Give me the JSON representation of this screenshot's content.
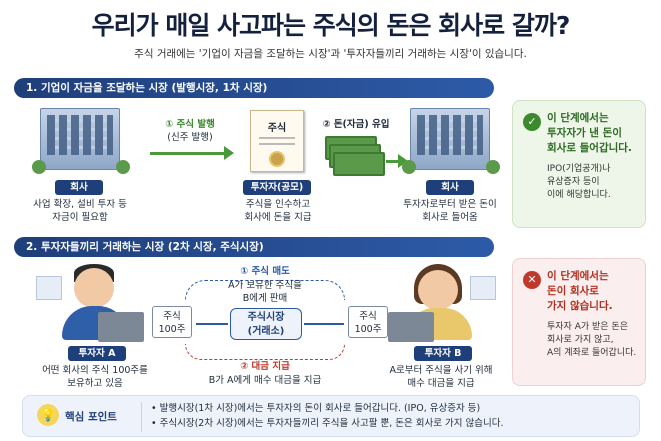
{
  "title": "우리가 매일 사고파는 주식의 돈은 회사로 갈까?",
  "subtitle": "주식 거래에는 '기업이 자금을 조달하는 시장'과 '투자자들끼리 거래하는 시장'이 있습니다.",
  "section1": {
    "header": "1. 기업이 자금을 조달하는 시장 (발행시장, 1차 시장)",
    "company_left": {
      "tag": "회사",
      "desc1": "사업 확장, 설비 투자 등",
      "desc2": "자금이 필요함"
    },
    "step1": {
      "label": "① 주식 발행",
      "sub": "(신주 발행)"
    },
    "certificate": "주식",
    "investor": {
      "tag": "투자자(공모)",
      "desc1": "주식을 인수하고",
      "desc2": "회사에 돈을 지급"
    },
    "step2": {
      "label": "② 돈(자금) 유입"
    },
    "company_right": {
      "tag": "회사",
      "desc1": "투자자로부터 받은 돈이",
      "desc2": "회사로 들어옴"
    },
    "card": {
      "head1": "이 단계에서는",
      "head2": "투자자가 낸 돈이",
      "head3": "회사로 들어갑니다.",
      "body1": "IPO(기업공개)나",
      "body2": "유상증자 등이",
      "body3": "이에 해당합니다.",
      "color": "#3d8a2e"
    }
  },
  "section2": {
    "header": "2. 투자자들끼리 거래하는 시장 (2차 시장, 주식시장)",
    "investor_a": {
      "tag": "투자자 A",
      "desc1": "어떤 회사의 주식 100주를",
      "desc2": "보유하고 있음"
    },
    "stock_a": {
      "line1": "주식",
      "line2": "100주"
    },
    "top_step": {
      "label": "① 주식 매도",
      "desc1": "A가 보유한 주식을",
      "desc2": "B에게 판매"
    },
    "market": {
      "line1": "주식시장",
      "line2": "(거래소)"
    },
    "bottom_step": {
      "label": "② 대금 지급",
      "desc": "B가 A에게 매수 대금을 지급"
    },
    "stock_b": {
      "line1": "주식",
      "line2": "100주"
    },
    "investor_b": {
      "tag": "투자자 B",
      "desc1": "A로부터 주식을 사기 위해",
      "desc2": "매수 대금을 지급"
    },
    "card": {
      "head1": "이 단계에서는",
      "head2": "돈이 회사로",
      "head3": "가지 않습니다.",
      "body1": "투자자 A가 받은 돈은",
      "body2": "회사로 가지 않고,",
      "body3": "A의 계좌로 들어갑니다.",
      "color": "#c0392b"
    }
  },
  "key": {
    "label": "핵심 포인트",
    "point1": "• 발행시장(1차 시장)에서는 투자자의 돈이 회사로 들어갑니다. (IPO, 유상증자 등)",
    "point2": "• 주식시장(2차 시장)에서는 투자자들끼리 주식을 사고팔 뿐, 돈은 회사로 가지 않습니다."
  },
  "colors": {
    "navy": "#1f3f7a",
    "green": "#4a9a3a",
    "blue": "#2d5aa8",
    "red": "#c0392b"
  },
  "icons": {
    "check": "check-icon",
    "cross": "cross-icon",
    "bulb": "lightbulb-icon"
  }
}
